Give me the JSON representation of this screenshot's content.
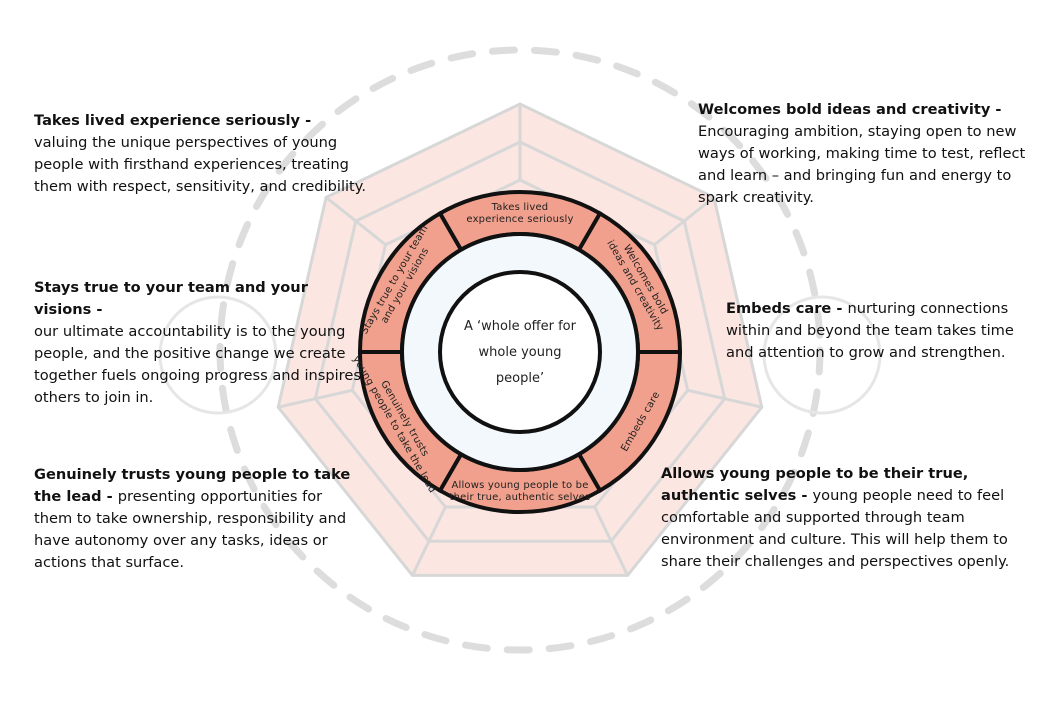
{
  "center_text": [
    "A ‘whole offer for",
    "whole young",
    "people’"
  ],
  "segments": [
    {
      "lines": [
        "Takes lived",
        "experience seriously"
      ]
    },
    {
      "lines": [
        "Welcomes bold",
        "ideas and creativity"
      ]
    },
    {
      "lines": [
        "Embeds care"
      ]
    },
    {
      "lines": [
        "Allows young people to be",
        "their true, authentic selves"
      ]
    },
    {
      "lines": [
        "Genuinely trusts",
        "young people to take the lead"
      ]
    },
    {
      "lines": [
        "Stays true to your team",
        "and your visions"
      ]
    }
  ],
  "descriptions": [
    {
      "title": "Takes lived experience seriously - ",
      "body": "valuing the unique perspectives of young people with firsthand experiences, treating them with respect, sensitivity, and credibility."
    },
    {
      "title": "Welcomes bold ideas and creativity  - ",
      "body": "Encouraging ambition, staying open to new ways of working, making time to test, reflect and learn – and bringing fun and energy to spark creativity."
    },
    {
      "title": "Stays true to your team and your visions  - ",
      "body": "our ultimate accountability is to the young people, and the positive change we create together fuels ongoing progress and inspires others to join in."
    },
    {
      "title": "Embeds care - ",
      "body": "nurturing connections within and beyond the team takes time and attention to grow and strengthen."
    },
    {
      "title": "Genuinely trusts young people to take the lead - ",
      "body": "presenting opportunities for them to take ownership, responsibility and have autonomy over any tasks, ideas or actions that surface."
    },
    {
      "title": "Allows young people to be their true, authentic selves  - ",
      "body": "young people need to feel comfortable and supported through team environment and culture. This will help them to share their challenges and perspectives openly."
    }
  ],
  "colors": {
    "segment_fill": "#f0a08c",
    "heptagon_fill": "#fbe6e2",
    "heptagon_stroke": "#d7d7d7",
    "dash": "#dddddd",
    "inner_fill": "#f2f8fc",
    "outline": "#111111"
  }
}
